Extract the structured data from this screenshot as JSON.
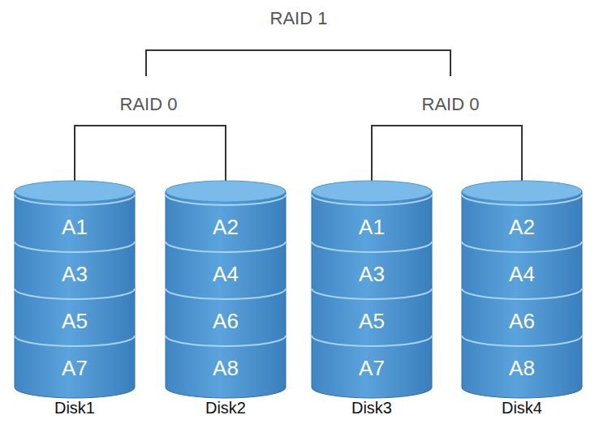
{
  "diagram": {
    "nodes": [
      {
        "text": [
          "Disk1"
        ]
      },
      {
        "text": [
          "A1"
        ],
        "in": 0
      },
      {
        "text": [
          "A3"
        ],
        "in": 0
      },
      {
        "text": [
          "A5"
        ],
        "in": 0
      },
      {
        "text": [
          "A7"
        ],
        "in": 0
      },
      {
        "text": [
          "Disk2"
        ]
      },
      {
        "text": [
          "A2"
        ],
        "in": 5
      },
      {
        "text": [
          "A4"
        ],
        "in": 5
      },
      {
        "text": [
          "A6"
        ],
        "in": 5
      },
      {
        "text": [
          "A8"
        ],
        "in": 5
      },
      {
        "text": [
          "Disk3"
        ]
      },
      {
        "text": [
          "A1"
        ],
        "in": 10
      },
      {
        "text": [
          "A3"
        ],
        "in": 10
      },
      {
        "text": [
          "A5"
        ],
        "in": 10
      },
      {
        "text": [
          "A7"
        ],
        "in": 10
      },
      {
        "text": [
          "Disk4"
        ]
      },
      {
        "text": [
          "A2"
        ],
        "in": 15
      },
      {
        "text": [
          "A4"
        ],
        "in": 15
      },
      {
        "text": [
          "A6"
        ],
        "in": 15
      },
      {
        "text": [
          "A8"
        ],
        "in": 15
      }
    ],
    "labels": [
      "RAID 1",
      "RAID 0",
      "RAID 0"
    ]
  }
}
